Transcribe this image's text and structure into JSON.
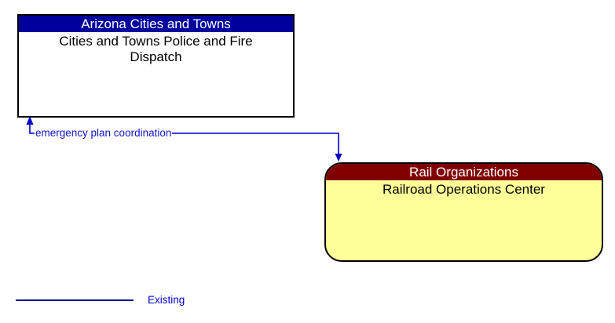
{
  "diagram": {
    "entities": [
      {
        "group": "Arizona Cities and Towns",
        "name": "Cities and Towns Police and Fire\nDispatch",
        "header_bg": "#00009C",
        "header_text_color": "#FFFFFF",
        "body_bg": "#FFFFFF",
        "shape": "rectangle"
      },
      {
        "group": "Rail Organizations",
        "name": "Railroad Operations Center",
        "header_bg": "#800000",
        "header_text_color": "#FFFFFF",
        "body_bg": "#FFFF99",
        "shape": "rounded-rectangle"
      }
    ],
    "flow": {
      "label": "emergency plan coordination",
      "from": "Cities and Towns Police and Fire Dispatch",
      "to": "Railroad Operations Center",
      "direction": "bidirectional",
      "status": "existing",
      "line_color": "#0000C8"
    },
    "legend": {
      "items": [
        {
          "label": "Existing",
          "line_style": "solid",
          "line_color": "#00008B"
        }
      ]
    }
  }
}
